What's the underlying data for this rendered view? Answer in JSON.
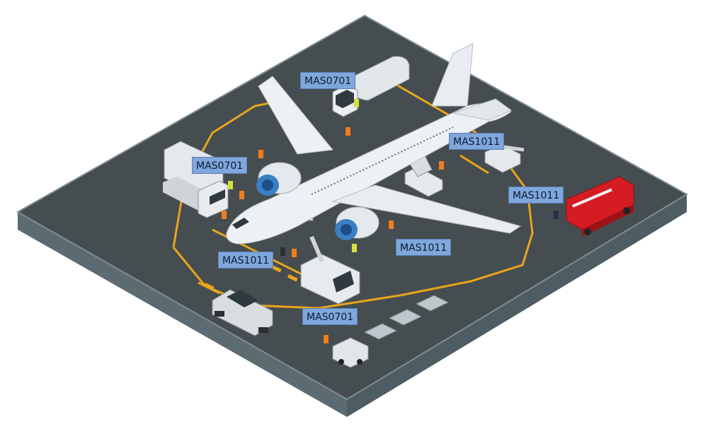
{
  "labels": {
    "fuel_truck": "MAS0701",
    "catering_truck": "MAS0701",
    "stairs_truck": "MAS1011",
    "fire_truck": "MAS1011",
    "engine_crew": "MAS1011",
    "nose_crew": "MAS1011",
    "deicing_truck": "MAS0701"
  },
  "colors": {
    "ground": "#454d50",
    "ground_side": "#5c6b72",
    "ground_edge": "#8a9aa2",
    "marking": "#e9a51c",
    "label_bg": "#7fa7dc",
    "aircraft": "#e8edf2",
    "engine": "#3a7fc4",
    "fire_truck": "#d51c22"
  }
}
